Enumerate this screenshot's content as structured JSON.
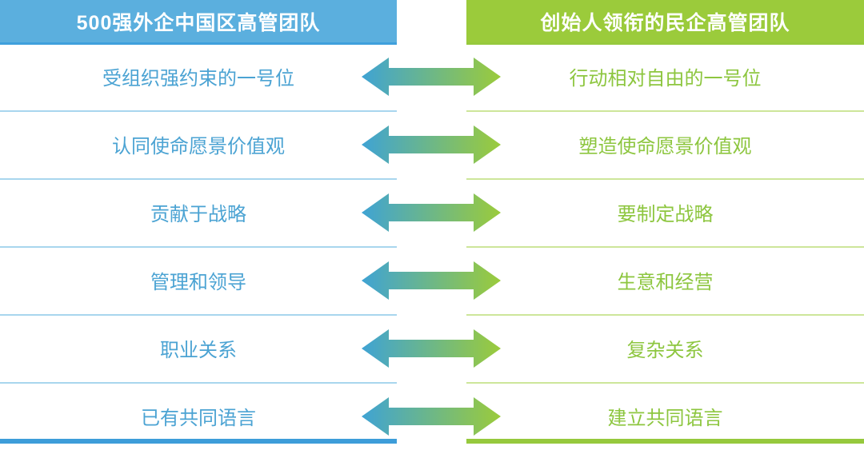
{
  "columns": {
    "left": {
      "header": "500强外企中国区高管团队",
      "accent": "#5BAFDE",
      "text_color": "#4BA3D3",
      "rows": [
        "受组织强约束的一号位",
        "认同使命愿景价值观",
        "贡献于战略",
        "管理和领导",
        "职业关系",
        "已有共同语言"
      ]
    },
    "right": {
      "header": "创始人领衔的民企高管团队",
      "accent": "#9BCB3B",
      "text_color": "#8DC63F",
      "rows": [
        "行动相对自由的一号位",
        "塑造使命愿景价值观",
        "要制定战略",
        "生意和经营",
        "复杂关系",
        "建立共同语言"
      ]
    }
  },
  "connectors": {
    "count": 6,
    "icon": "double-headed-arrow-icon",
    "gradient_from": "#3FA3D4",
    "gradient_to": "#9BCB3B"
  }
}
